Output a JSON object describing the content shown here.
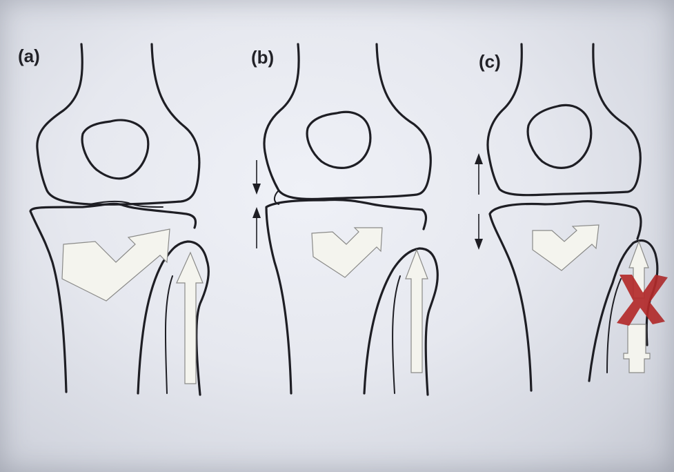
{
  "panels": [
    {
      "id": "a",
      "label": "(a)"
    },
    {
      "id": "b",
      "label": "(b)"
    },
    {
      "id": "c",
      "label": "(c)"
    }
  ],
  "colors": {
    "background": "#e8eaf0",
    "outline": "#1e1e24",
    "arrow_fill": "#f4f4ee",
    "cross_mark": "#b32a2a"
  },
  "icons": {
    "double_arrow": "vertical-double-arrow-icon",
    "cross": "red-x-mark-icon"
  }
}
